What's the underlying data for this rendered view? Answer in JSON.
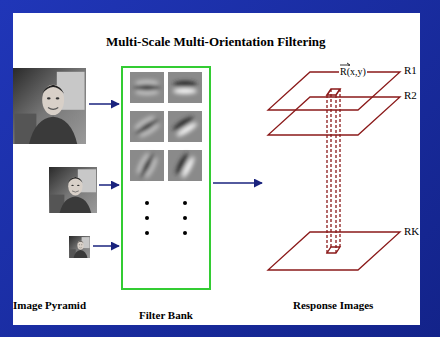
{
  "diagram": {
    "title": "Multi-Scale Multi-Orientation Filtering",
    "nodes": [
      {
        "text": [
          "Filter Bank"
        ]
      }
    ],
    "labels": [
      "Image Pyramid",
      "Response Images",
      "R1",
      "R2",
      "RK",
      "R(x,y)"
    ]
  }
}
